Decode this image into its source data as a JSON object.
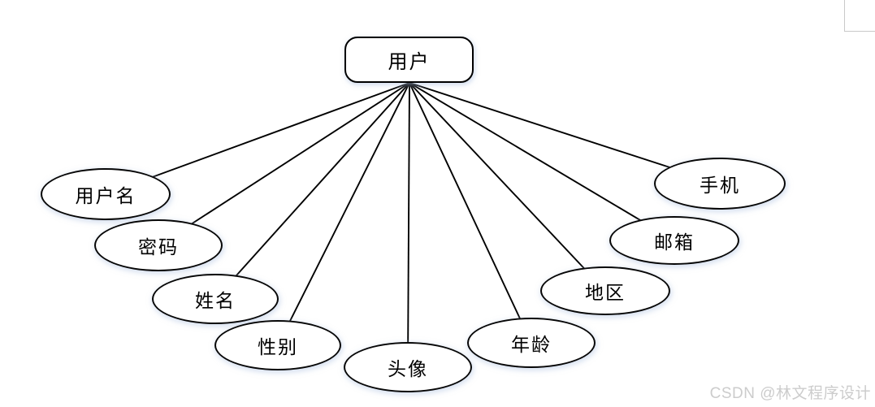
{
  "diagram": {
    "entity": {
      "label": "用户"
    },
    "attributes": [
      {
        "id": "username",
        "label": "用户名"
      },
      {
        "id": "password",
        "label": "密码"
      },
      {
        "id": "name",
        "label": "姓名"
      },
      {
        "id": "gender",
        "label": "性别"
      },
      {
        "id": "avatar",
        "label": "头像"
      },
      {
        "id": "age",
        "label": "年龄"
      },
      {
        "id": "region",
        "label": "地区"
      },
      {
        "id": "email",
        "label": "邮箱"
      },
      {
        "id": "phone",
        "label": "手机"
      }
    ],
    "colors": {
      "line": "#000000",
      "shape_border": "#070707",
      "shape_fill": "#ffffff",
      "page_corner_line": "#c9c9c9",
      "watermark": "#cccccc"
    }
  },
  "watermark": {
    "text": "CSDN @林文程序设计"
  }
}
